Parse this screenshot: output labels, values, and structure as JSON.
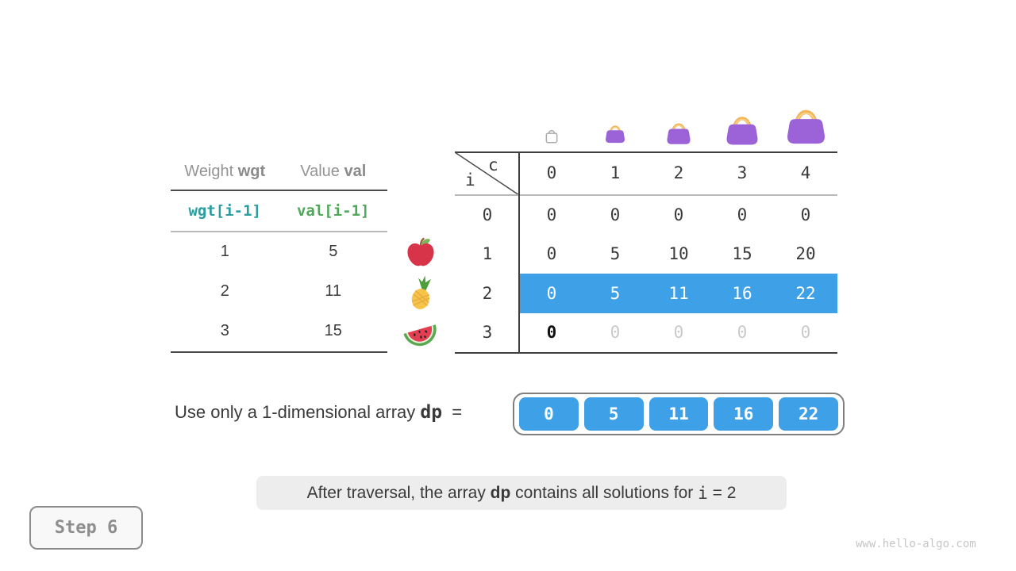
{
  "colors": {
    "highlight_blue": "#3EA1E8",
    "bag_purple": "#9C62D8",
    "bag_handle_orange": "#F3B65C",
    "teal_code": "#2B9D9F",
    "green_code": "#4FA85A"
  },
  "items_table": {
    "header": {
      "weight_label": "Weight ",
      "weight_code": "wgt",
      "value_label": "Value ",
      "value_code": "val"
    },
    "formula_row": {
      "weight": "wgt[i-1]",
      "value": "val[i-1]"
    },
    "rows": [
      {
        "weight": "1",
        "value": "5",
        "fruit": "apple"
      },
      {
        "weight": "2",
        "value": "11",
        "fruit": "pineapple"
      },
      {
        "weight": "3",
        "value": "15",
        "fruit": "watermelon"
      }
    ]
  },
  "dp_table": {
    "corner": {
      "col_var": "c",
      "row_var": "i"
    },
    "col_headers": [
      "0",
      "1",
      "2",
      "3",
      "4"
    ],
    "rows": [
      {
        "label": "0",
        "cells": [
          "0",
          "0",
          "0",
          "0",
          "0"
        ]
      },
      {
        "label": "1",
        "cells": [
          "0",
          "5",
          "10",
          "15",
          "20"
        ]
      },
      {
        "label": "2",
        "cells": [
          "0",
          "5",
          "11",
          "16",
          "22"
        ]
      },
      {
        "label": "3",
        "cells": [
          "0",
          "0",
          "0",
          "0",
          "0"
        ]
      }
    ],
    "highlighted_row_index": 2
  },
  "array_section": {
    "label": "Use only a 1-dimensional array ",
    "code": "dp",
    "equals": "  =",
    "values": [
      "0",
      "5",
      "11",
      "16",
      "22"
    ]
  },
  "caption": {
    "pre": "After traversal, the array ",
    "code": "dp",
    "mid": " contains all solutions for ",
    "var": "i",
    "post": " = 2"
  },
  "footer": {
    "step_label": "Step 6",
    "watermark": "www.hello-algo.com"
  }
}
